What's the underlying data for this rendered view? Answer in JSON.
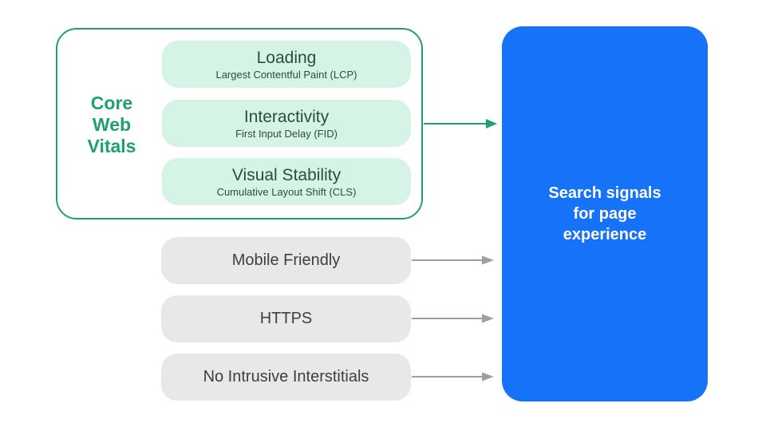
{
  "colors": {
    "accent_green": "#20a070",
    "light_green_fill": "#d5f4e6",
    "pill_text_green": "#2f4a3f",
    "gray_fill": "#e8e8e9",
    "gray_text": "#3c4043",
    "gray_arrow": "#9aa0a6",
    "blue_fill": "#1772fa",
    "result_text": "#ffffff"
  },
  "core_web_vitals": {
    "label_lines": [
      "Core",
      "Web",
      "Vitals"
    ],
    "items": [
      {
        "title": "Loading",
        "subtitle": "Largest Contentful Paint (LCP)"
      },
      {
        "title": "Interactivity",
        "subtitle": "First Input Delay (FID)"
      },
      {
        "title": "Visual Stability",
        "subtitle": "Cumulative Layout Shift (CLS)"
      }
    ]
  },
  "other_signals": [
    {
      "label": "Mobile Friendly"
    },
    {
      "label": "HTTPS"
    },
    {
      "label": "No Intrusive Interstitials"
    }
  ],
  "result": {
    "label_lines": [
      "Search signals",
      "for page",
      "experience"
    ]
  }
}
